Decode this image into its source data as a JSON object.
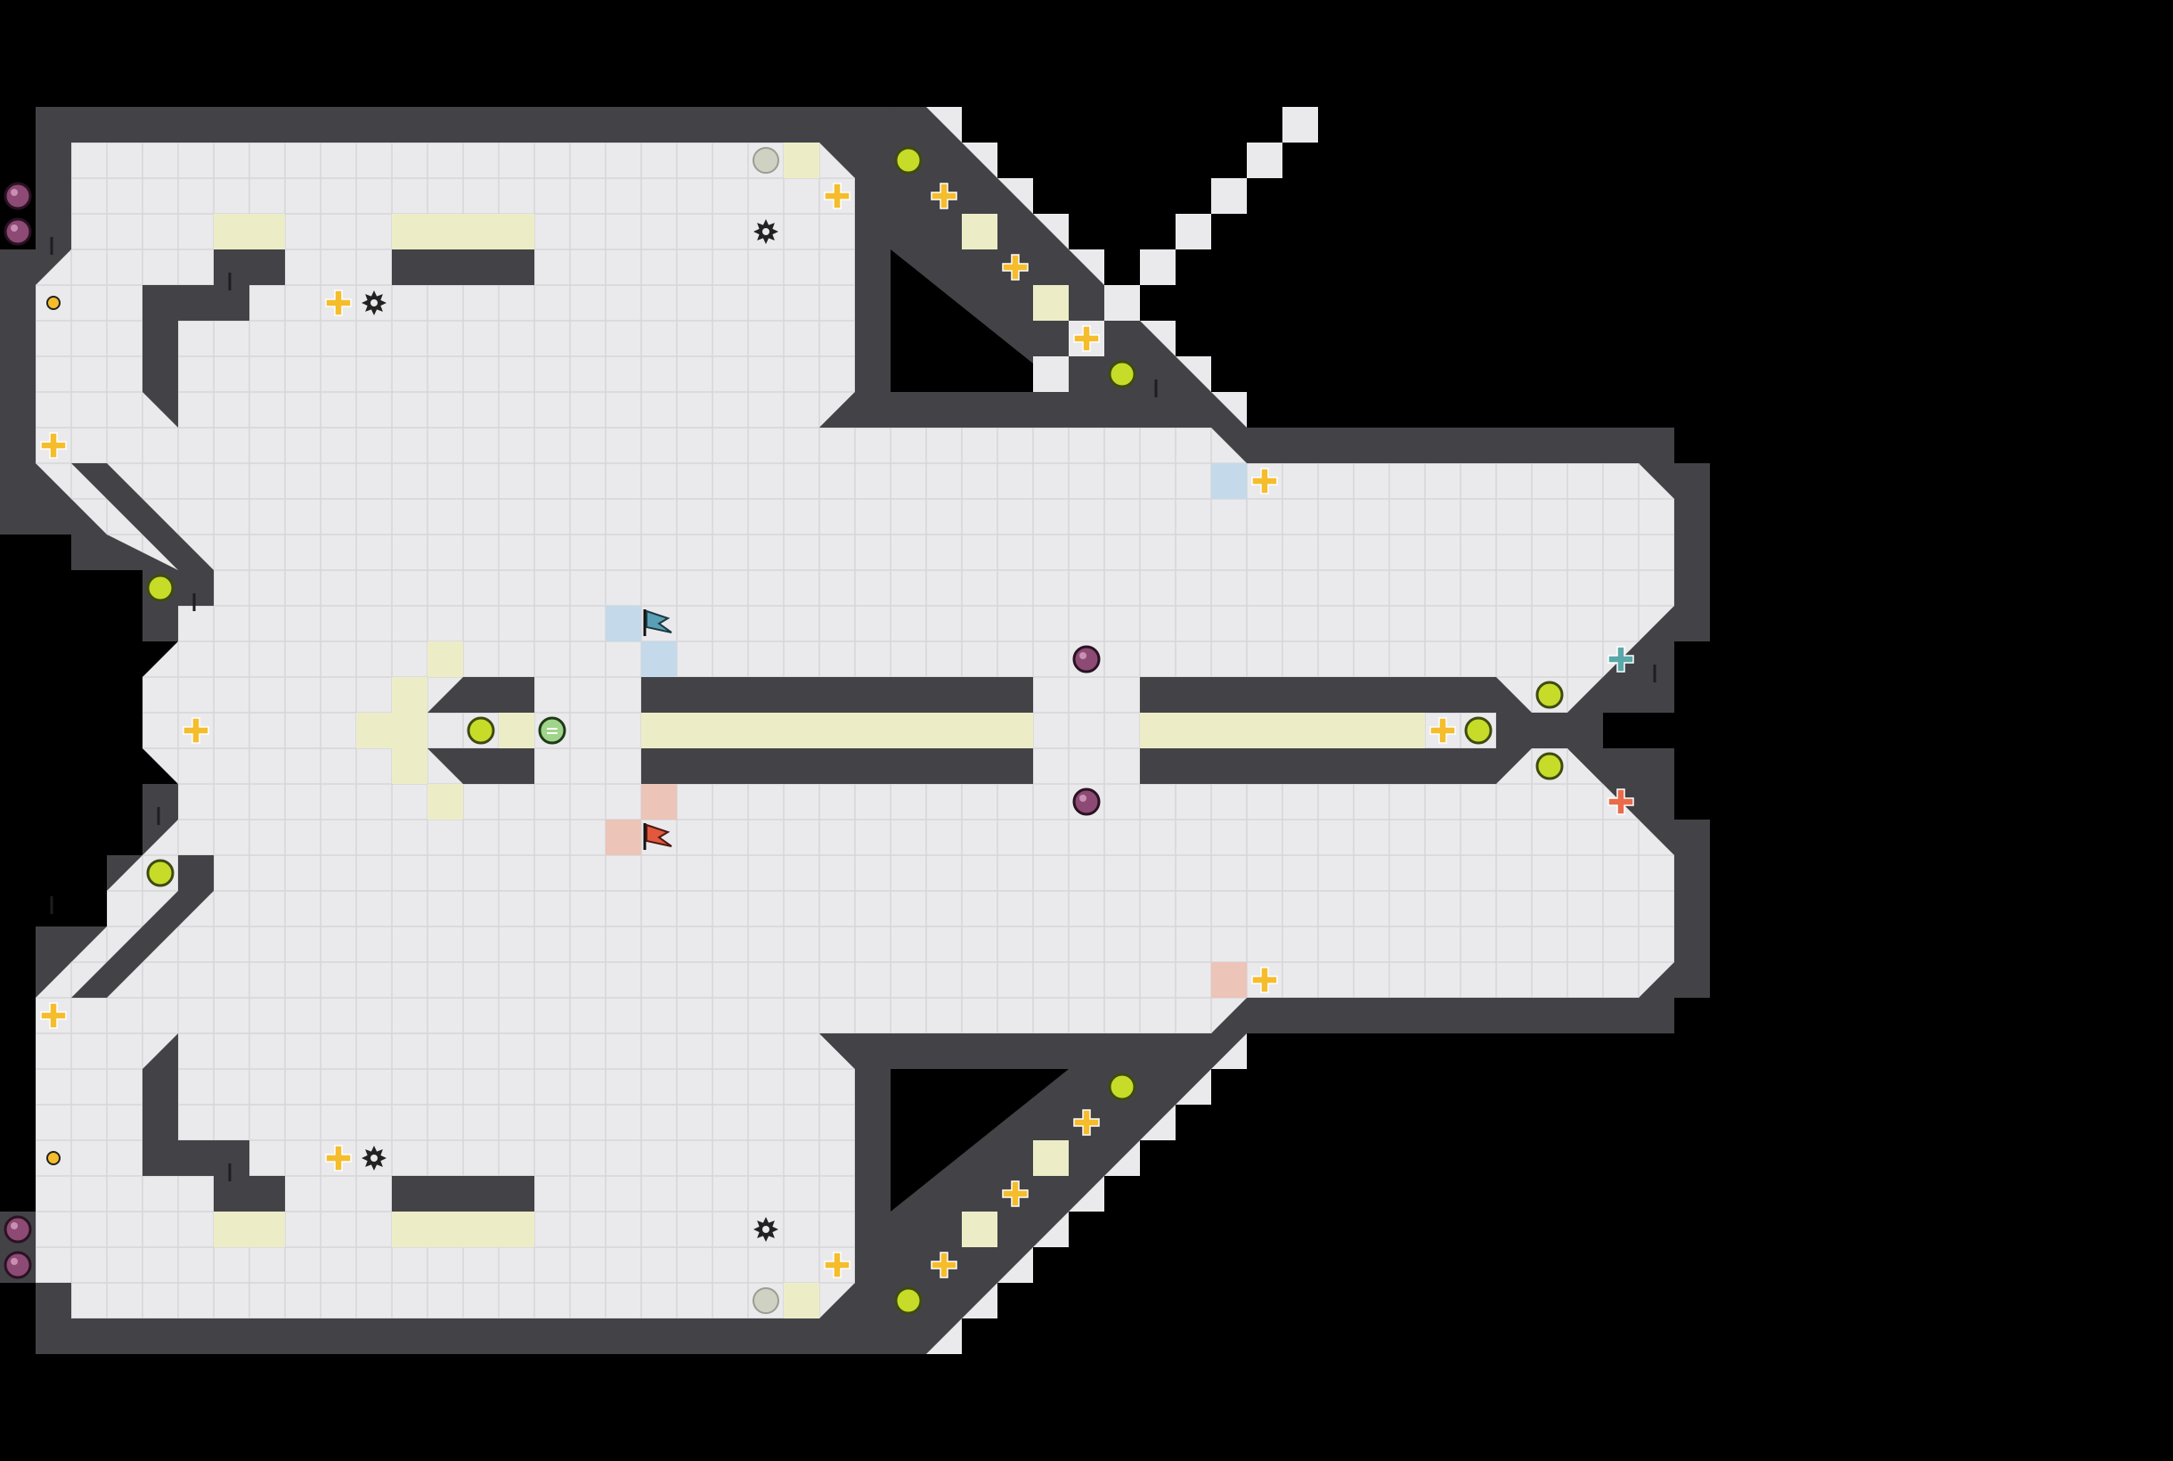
{
  "game": {
    "board": {
      "cols": 60,
      "rows": 40,
      "colors": {
        "background": "#000000",
        "floor": "#eaeaec",
        "grid_line": "#d6d6da",
        "wall": "#434347",
        "wall_edge": "#2c2c30",
        "pad_yellow": "#ecedc7",
        "pad_blue": "#c4d9ea",
        "pad_red": "#ecc4b8",
        "boost_ring": "#3f4a12",
        "boost_fill": "#c6dc28",
        "plus_yellow": "#f5bd2c",
        "plus_teal": "#5aa8a8",
        "plus_red": "#ea6b4a",
        "bomb": "#8c4a74",
        "spike": "#222222",
        "flag_blue": "#5a9fb4",
        "flag_red": "#e2583e"
      }
    },
    "flags": [
      {
        "team": "blue",
        "icon": "flag-icon"
      },
      {
        "team": "red",
        "icon": "flag-icon"
      }
    ]
  }
}
